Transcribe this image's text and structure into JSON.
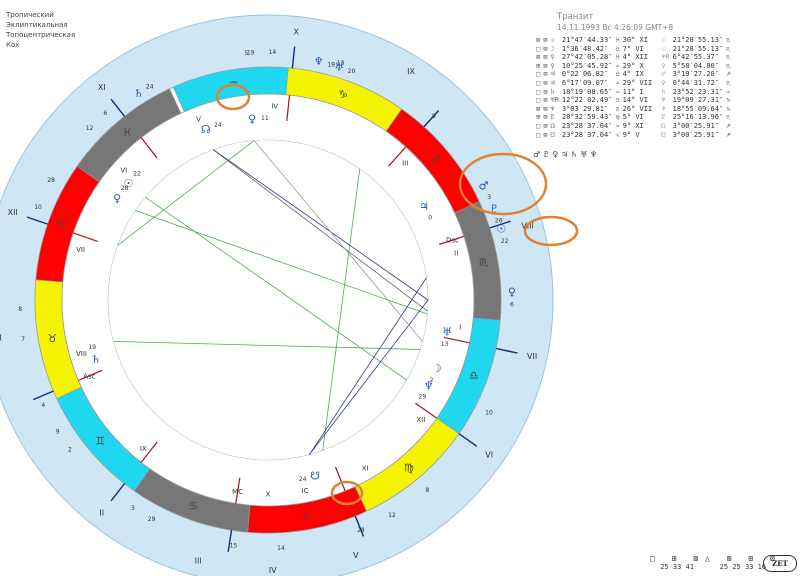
{
  "header": {
    "left_lines": [
      "Тропический",
      "Эклиптикальная",
      "Топоцентрическая",
      "Кох"
    ],
    "title": "Транзит",
    "datetime": "14.11.1993 Вс  4:26:09 GMT+8"
  },
  "aspect_table": [
    {
      "s1": "⊠",
      "s2": "⊠",
      "pl": "☉",
      "pos": "21°47′44.33″",
      "sign": "♓",
      "h": "30° XI",
      "pt": "☉",
      "tpos": "21°28′55.13″",
      "tsign": "♏"
    },
    {
      "s1": "□",
      "s2": "⊠",
      "pl": "☽",
      "pos": "1°36′48.42″",
      "sign": "♎",
      "h": "7° VI",
      "pt": "☉",
      "tpos": "21°28′55.13″",
      "tsign": "♏"
    },
    {
      "s1": "⊠",
      "s2": "⊠",
      "pl": "♀",
      "pos": "27°42′05.28″",
      "sign": "♓",
      "h": "4° XII",
      "pt": "♆R",
      "tpos": "6°42′55.37″",
      "tsign": "♏"
    },
    {
      "s1": "⊞",
      "s2": "⊠",
      "pl": "♀",
      "pos": "10°25′45.92″",
      "sign": "♒",
      "h": "29° X",
      "pt": "♀",
      "tpos": "5°58′04.80″",
      "tsign": "♏"
    },
    {
      "s1": "□",
      "s2": "⊠",
      "pl": "♃",
      "pos": "0°22′06.82″",
      "sign": "♎",
      "h": "4° IX",
      "pt": "♂",
      "tpos": "3°19′27.20″",
      "tsign": "♐"
    },
    {
      "s1": "□",
      "s2": "⊠",
      "pl": "♃",
      "pos": "6°17′09.07″",
      "sign": "♒",
      "h": "29° VII",
      "pt": "♀",
      "tpos": "0°44′31.72″",
      "tsign": "♏"
    },
    {
      "s1": "□",
      "s2": "⊠",
      "pl": "♄",
      "pos": "18°19′08.65″",
      "sign": "♒",
      "h": "11° I",
      "pt": "♄",
      "tpos": "23°52′23.31″",
      "tsign": "♒"
    },
    {
      "s1": "□",
      "s2": "⊠",
      "pl": "♅R",
      "pos": "12°22′02.49″",
      "sign": "♎",
      "h": "14° VI",
      "pt": "♅",
      "tpos": "19°09′27.31″",
      "tsign": "♑"
    },
    {
      "s1": "⊠",
      "s2": "⊠",
      "pl": "♆",
      "pos": "3°03′29.81″",
      "sign": "♏",
      "h": "26° VII",
      "pt": "♆",
      "tpos": "18°55′09.64″",
      "tsign": "♑"
    },
    {
      "s1": "⊞",
      "s2": "⊠",
      "pl": "♇",
      "pos": "28°32′59.43″",
      "sign": "♍",
      "h": "5° VI",
      "pt": "♇",
      "tpos": "25°16′13.96″",
      "tsign": "♏"
    },
    {
      "s1": "□",
      "s2": "⊠",
      "pl": "☊",
      "pos": "23°28′37.04″",
      "sign": "♒",
      "h": "9° XI",
      "pt": "☊",
      "tpos": "3°00′25.91″",
      "tsign": "♐"
    },
    {
      "s1": "□",
      "s2": "⊠",
      "pl": "☋",
      "pos": "23°28′37.04″",
      "sign": "♌",
      "h": "9° V",
      "pt": "☋",
      "tpos": "3°00′25.91″",
      "tsign": "♐"
    }
  ],
  "aspect_summary": "♂ ♇ ♀ ♃ ♄ ♅ ♆",
  "footer": {
    "group1_symbols": "□ ⊞ ⊠",
    "group1_values": "25 33 41",
    "group2_symbols": "△ ⊠ ⊞ ⊠",
    "group2_values": "25 25 33 16",
    "badge": "ZET"
  },
  "chart": {
    "house_labels": [
      {
        "text": "XI",
        "ang": 128
      },
      {
        "text": "XII",
        "ang": 161
      },
      {
        "text": "I",
        "ang": 188
      },
      {
        "text": "II",
        "ang": 232
      },
      {
        "text": "III",
        "ang": 255
      },
      {
        "text": "IV",
        "ang": 271
      },
      {
        "text": "V",
        "ang": 289
      },
      {
        "text": "VI",
        "ang": 325
      },
      {
        "text": "VII",
        "ang": 348
      },
      {
        "text": "VIII",
        "ang": 16
      },
      {
        "text": "IX",
        "ang": 58
      },
      {
        "text": "X",
        "ang": 84
      }
    ],
    "inner_house_labels": [
      {
        "text": "IV",
        "ang": 88
      },
      {
        "text": "V",
        "ang": 111
      },
      {
        "text": "VI",
        "ang": 138
      },
      {
        "text": "VII",
        "ang": 165
      },
      {
        "text": "VIII",
        "ang": 196
      },
      {
        "text": "IX",
        "ang": 230
      },
      {
        "text": "X",
        "ang": 270
      },
      {
        "text": "XI",
        "ang": 300
      },
      {
        "text": "XII",
        "ang": 322
      },
      {
        "text": "I",
        "ang": 352
      },
      {
        "text": "II",
        "ang": 14
      },
      {
        "text": "III",
        "ang": 45
      },
      {
        "text": "Dsc",
        "ang": 18
      },
      {
        "text": "Asc",
        "ang": 203
      },
      {
        "text": "MC",
        "ang": 261
      },
      {
        "text": "IC",
        "ang": 281
      }
    ],
    "signs": [
      {
        "glyph": "♒",
        "ang": 98,
        "color": "#1fd7ee"
      },
      {
        "glyph": "♑",
        "ang": 70,
        "color": "#f4f400"
      },
      {
        "glyph": "♐",
        "ang": 40,
        "color": "#ff0000"
      },
      {
        "glyph": "♏",
        "ang": 10,
        "color": "#777777"
      },
      {
        "glyph": "♎",
        "ang": 340,
        "color": "#1fd7ee"
      },
      {
        "glyph": "♍",
        "ang": 310,
        "color": "#f4f400"
      },
      {
        "glyph": "♌",
        "ang": 280,
        "color": "#ff0000"
      },
      {
        "glyph": "♋",
        "ang": 250,
        "color": "#777777"
      },
      {
        "glyph": "♊",
        "ang": 220,
        "color": "#1fd7ee"
      },
      {
        "glyph": "♉",
        "ang": 190,
        "color": "#f4f400"
      },
      {
        "glyph": "♈",
        "ang": 160,
        "color": "#ff0000"
      },
      {
        "glyph": "♓",
        "ang": 130,
        "color": "#777777"
      }
    ],
    "planets_inner": [
      {
        "glyph": "☊",
        "deg": "24",
        "ang": 110
      },
      {
        "glyph": "♀",
        "deg": "11",
        "ang": 95
      },
      {
        "glyph": "☉",
        "deg": "22",
        "ang": 140
      },
      {
        "glyph": "♀",
        "deg": "28",
        "ang": 146
      },
      {
        "glyph": "♄",
        "deg": "19",
        "ang": 199
      },
      {
        "glyph": "☋",
        "deg": "24",
        "ang": 285
      },
      {
        "glyph": "☽",
        "deg": "2",
        "ang": 338
      },
      {
        "glyph": "♆",
        "deg": "29",
        "ang": 332
      },
      {
        "glyph": "♅",
        "deg": "13",
        "ang": 350
      },
      {
        "glyph": "♃",
        "deg": "0",
        "ang": 31
      }
    ],
    "planets_outer": [
      {
        "glyph": "♆",
        "deg": "19",
        "ang": 78
      },
      {
        "glyph": "♅",
        "deg": "20",
        "ang": 73
      },
      {
        "glyph": "♂",
        "deg": "3",
        "ang": 28
      },
      {
        "glyph": "☉",
        "deg": "22",
        "ang": 17
      },
      {
        "glyph": "♀",
        "deg": "6",
        "ang": 2
      },
      {
        "glyph": "♄",
        "deg": "24",
        "ang": 122
      },
      {
        "glyph": "♇",
        "deg": "26",
        "ang": 22
      }
    ],
    "outer_degrees": [
      {
        "t": "5",
        "ang": 95
      },
      {
        "t": "19",
        "ang": 94
      },
      {
        "t": "14",
        "ang": 89
      },
      {
        "t": "13",
        "ang": 73
      },
      {
        "t": "6",
        "ang": 131
      },
      {
        "t": "12",
        "ang": 136
      },
      {
        "t": "10",
        "ang": 158
      },
      {
        "t": "28",
        "ang": 151
      },
      {
        "t": "8",
        "ang": 182
      },
      {
        "t": "7",
        "ang": 189
      },
      {
        "t": "4",
        "ang": 205
      },
      {
        "t": "9",
        "ang": 212
      },
      {
        "t": "2",
        "ang": 217
      },
      {
        "t": "3",
        "ang": 237
      },
      {
        "t": "29",
        "ang": 242
      },
      {
        "t": "15",
        "ang": 262
      },
      {
        "t": "14",
        "ang": 273
      },
      {
        "t": "9",
        "ang": 48
      },
      {
        "t": "12",
        "ang": 300
      },
      {
        "t": "28",
        "ang": 292
      },
      {
        "t": "10",
        "ang": 333
      },
      {
        "t": "8",
        "ang": 310
      }
    ]
  }
}
